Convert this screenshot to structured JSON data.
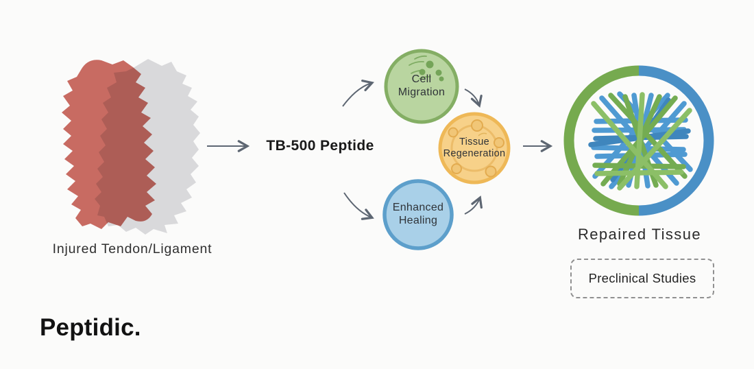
{
  "flow": {
    "source": {
      "label": "Injured Tendon/Ligament"
    },
    "agent": {
      "label": "TB-500 Peptide"
    },
    "effects": [
      {
        "id": "cell-migration",
        "line1": "Cell",
        "line2": "Migration"
      },
      {
        "id": "tissue-regeneration",
        "line1": "Tissue",
        "line2": "Regeneration"
      },
      {
        "id": "enhanced-healing",
        "line1": "Enhanced",
        "line2": "Healing"
      }
    ],
    "outcome": {
      "label": "Repaired Tissue",
      "badge": "Preclinical Studies"
    }
  },
  "brand": {
    "name": "Peptidic."
  },
  "icons": {
    "injured_tissue": "jagged-red-and-gray-blob-icon",
    "cell_migration": "migrating-cells-dots-icon",
    "tissue_regeneration": "node-cycle-icon",
    "repaired_tissue": "woven-fibers-ring-icon"
  },
  "colors": {
    "background": "#fbfbfa",
    "injured_red": "#c8655c",
    "injured_gray": "#d9d9db",
    "cell_fill": "#b9d5a0",
    "cell_stroke": "#84ae64",
    "cell_dot": "#74a458",
    "tissue_fill": "#f7d189",
    "tissue_stroke": "#eeb857",
    "tissue_node_fill": "#f1c677",
    "tissue_node_stroke": "#e3ab4f",
    "healing_fill": "#a9d0e8",
    "healing_stroke": "#5d9fcb",
    "ring_green": "#76aa4f",
    "ring_blue": "#4a90c6",
    "fiber_blue": "#4f9ad2",
    "fiber_blue_dark": "#3f86bd",
    "fiber_green": "#74ac52",
    "fiber_green_light": "#8cbf67",
    "arrow": "#5d6672",
    "text": "#2d2d2d"
  }
}
